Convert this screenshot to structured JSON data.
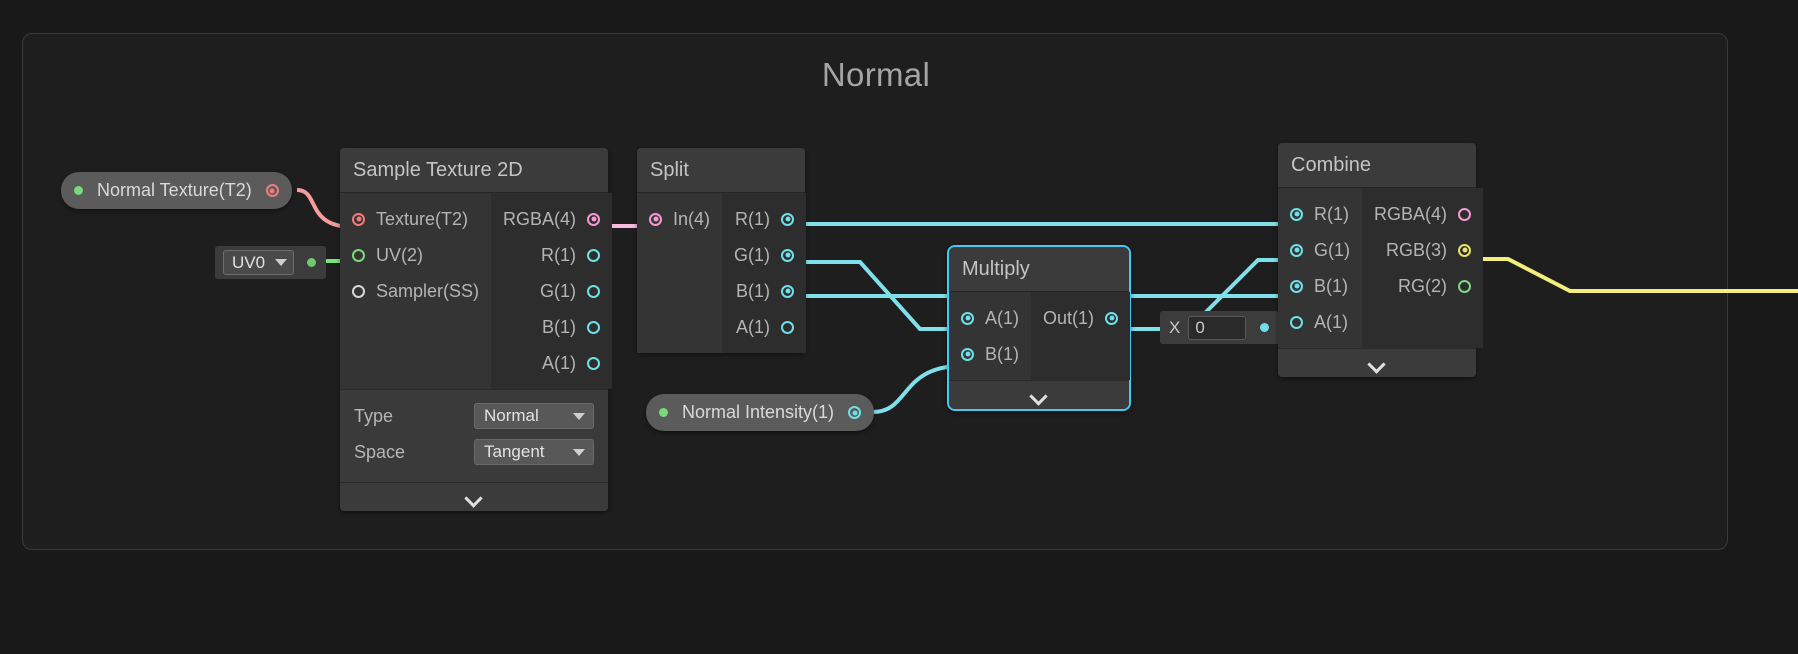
{
  "group": {
    "title": "Normal"
  },
  "colors": {
    "float": "#6fe0e8",
    "vector2": "#7fd77f",
    "vector3": "#e6e36a",
    "vector4": "#f49ad1",
    "texture2d": "#f37a7a",
    "sampler": "#d6d6d6",
    "selection": "#44c8f5",
    "canvas_bg": "#191919",
    "group_bg": "#1e1e1e",
    "node_header": "#3b3b3b"
  },
  "properties": [
    {
      "id": "normal-texture",
      "label": "Normal Texture(T2)",
      "port_type": "texture2d",
      "connected": true
    },
    {
      "id": "normal-intensity",
      "label": "Normal Intensity(1)",
      "port_type": "float",
      "connected": true
    }
  ],
  "uv_node": {
    "value": "UV0"
  },
  "float_node": {
    "label": "X",
    "value": "0"
  },
  "nodes": [
    {
      "id": "sample-texture-2d",
      "title": "Sample Texture 2D",
      "selected": false,
      "inputs": [
        {
          "label": "Texture(T2)",
          "type": "texture2d",
          "connected": true
        },
        {
          "label": "UV(2)",
          "type": "vector2",
          "connected": false
        },
        {
          "label": "Sampler(SS)",
          "type": "sampler",
          "connected": false
        }
      ],
      "outputs": [
        {
          "label": "RGBA(4)",
          "type": "vector4",
          "connected": true
        },
        {
          "label": "R(1)",
          "type": "float",
          "connected": false
        },
        {
          "label": "G(1)",
          "type": "float",
          "connected": false
        },
        {
          "label": "B(1)",
          "type": "float",
          "connected": false
        },
        {
          "label": "A(1)",
          "type": "float",
          "connected": false
        }
      ],
      "settings": [
        {
          "label": "Type",
          "value": "Normal"
        },
        {
          "label": "Space",
          "value": "Tangent"
        }
      ],
      "has_footer": true
    },
    {
      "id": "split",
      "title": "Split",
      "selected": false,
      "inputs": [
        {
          "label": "In(4)",
          "type": "vector4",
          "connected": true
        }
      ],
      "outputs": [
        {
          "label": "R(1)",
          "type": "float",
          "connected": true
        },
        {
          "label": "G(1)",
          "type": "float",
          "connected": true
        },
        {
          "label": "B(1)",
          "type": "float",
          "connected": true
        },
        {
          "label": "A(1)",
          "type": "float",
          "connected": false
        }
      ],
      "settings": [],
      "has_footer": false
    },
    {
      "id": "multiply",
      "title": "Multiply",
      "selected": true,
      "inputs": [
        {
          "label": "A(1)",
          "type": "float",
          "connected": true
        },
        {
          "label": "B(1)",
          "type": "float",
          "connected": true
        }
      ],
      "outputs": [
        {
          "label": "Out(1)",
          "type": "float",
          "connected": true
        }
      ],
      "settings": [],
      "has_footer": true
    },
    {
      "id": "combine",
      "title": "Combine",
      "selected": false,
      "inputs": [
        {
          "label": "R(1)",
          "type": "float",
          "connected": true
        },
        {
          "label": "G(1)",
          "type": "float",
          "connected": true
        },
        {
          "label": "B(1)",
          "type": "float",
          "connected": true
        },
        {
          "label": "A(1)",
          "type": "float",
          "connected": true
        }
      ],
      "outputs": [
        {
          "label": "RGBA(4)",
          "type": "vector4",
          "connected": false
        },
        {
          "label": "RGB(3)",
          "type": "vector3",
          "connected": true
        },
        {
          "label": "RG(2)",
          "type": "vector2",
          "connected": false
        }
      ],
      "settings": [],
      "has_footer": true
    }
  ],
  "icons": {
    "chevron_down": "chevron-down-icon",
    "dropdown_arrow": "triangle-down-icon"
  }
}
